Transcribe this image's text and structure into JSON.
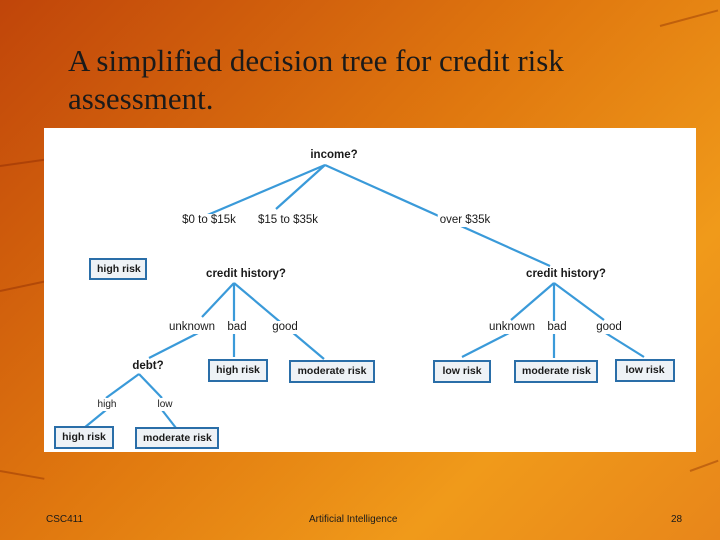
{
  "slide": {
    "title_line1": "A simplified decision tree for credit risk",
    "title_line2": "assessment."
  },
  "diagram": {
    "root": "income?",
    "income_branches": [
      "$0 to $15k",
      "$15 to $35k",
      "over $35k"
    ],
    "credit_history_label": "credit history?",
    "credit_branches": [
      "unknown",
      "bad",
      "good"
    ],
    "debt_label": "debt?",
    "debt_branches": [
      "high",
      "low"
    ],
    "leaves": {
      "high_risk": "high risk",
      "moderate_risk": "moderate risk",
      "low_risk": "low risk"
    },
    "edge_color": "#3a9ad9",
    "node_border_color": "#2a6ea8"
  },
  "footer": {
    "left": "CSC411",
    "center": "Artificial Intelligence",
    "page": "28"
  }
}
